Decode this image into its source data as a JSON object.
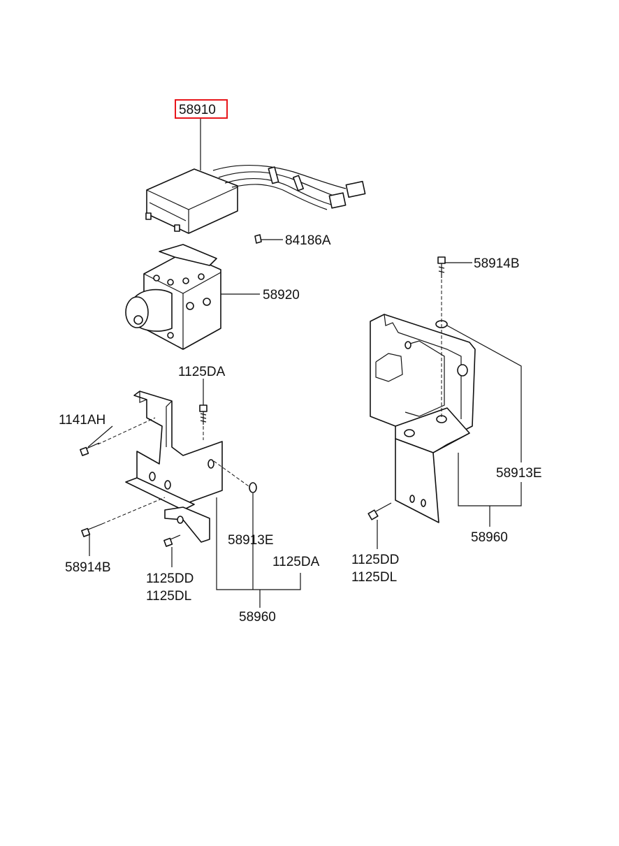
{
  "callouts": {
    "hecu_module": "58910",
    "connector": "84186A",
    "hydraulic_unit": "58920",
    "bolt_right_top": "58914B",
    "bolt_left_top": "1125DA",
    "bolt_left_side": "1141AH",
    "washer_right": "58913E",
    "washer_left": "58913E",
    "bolt_left_bottom": "58914B",
    "screw_left_bottom_a": "1125DD",
    "screw_left_bottom_b": "1125DL",
    "bolt_left_mid": "1125DA",
    "bracket_left": "58960",
    "screw_right_a": "1125DD",
    "screw_right_b": "1125DL",
    "bracket_right": "58960"
  },
  "colors": {
    "highlight": "#e8161b",
    "line": "#111111"
  }
}
